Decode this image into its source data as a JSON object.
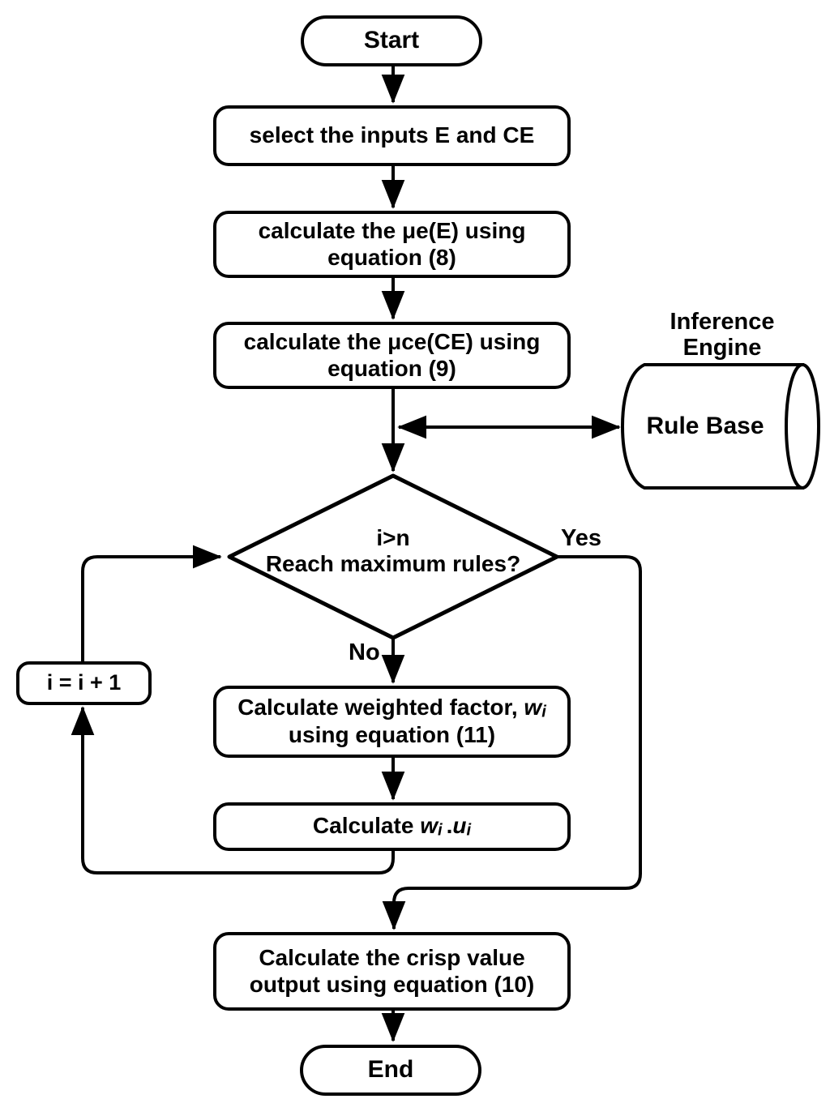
{
  "page": {
    "background_color": "#ffffff",
    "stroke_color": "#000000"
  },
  "flowchart": {
    "start": {
      "label": "Start"
    },
    "select_inputs": {
      "label": "select the inputs E and CE"
    },
    "calc_mu_e": {
      "line1": "calculate the μe(E) using",
      "line2": "equation (8)"
    },
    "calc_mu_ce": {
      "line1": "calculate the μce(CE) using",
      "line2": "equation (9)"
    },
    "inference_engine": {
      "line1": "Inference",
      "line2": "Engine"
    },
    "rule_base": {
      "label": "Rule Base"
    },
    "decision": {
      "line1": "i>n",
      "line2": "Reach maximum rules?",
      "yes": "Yes",
      "no": "No"
    },
    "increment": {
      "label": "i = i + 1"
    },
    "calc_weighted": {
      "line1_text": "Calculate weighted factor, ",
      "line1_w": "w",
      "line1_w_sub": "i",
      "line2": "using equation (11)"
    },
    "calc_product": {
      "text": "Calculate ",
      "w": "w",
      "w_sub": "i",
      "dot": ".",
      "u": "u",
      "u_sub": "i"
    },
    "calc_crisp": {
      "line1": "Calculate the crisp value",
      "line2": "output using equation (10)"
    },
    "end": {
      "label": "End"
    }
  }
}
